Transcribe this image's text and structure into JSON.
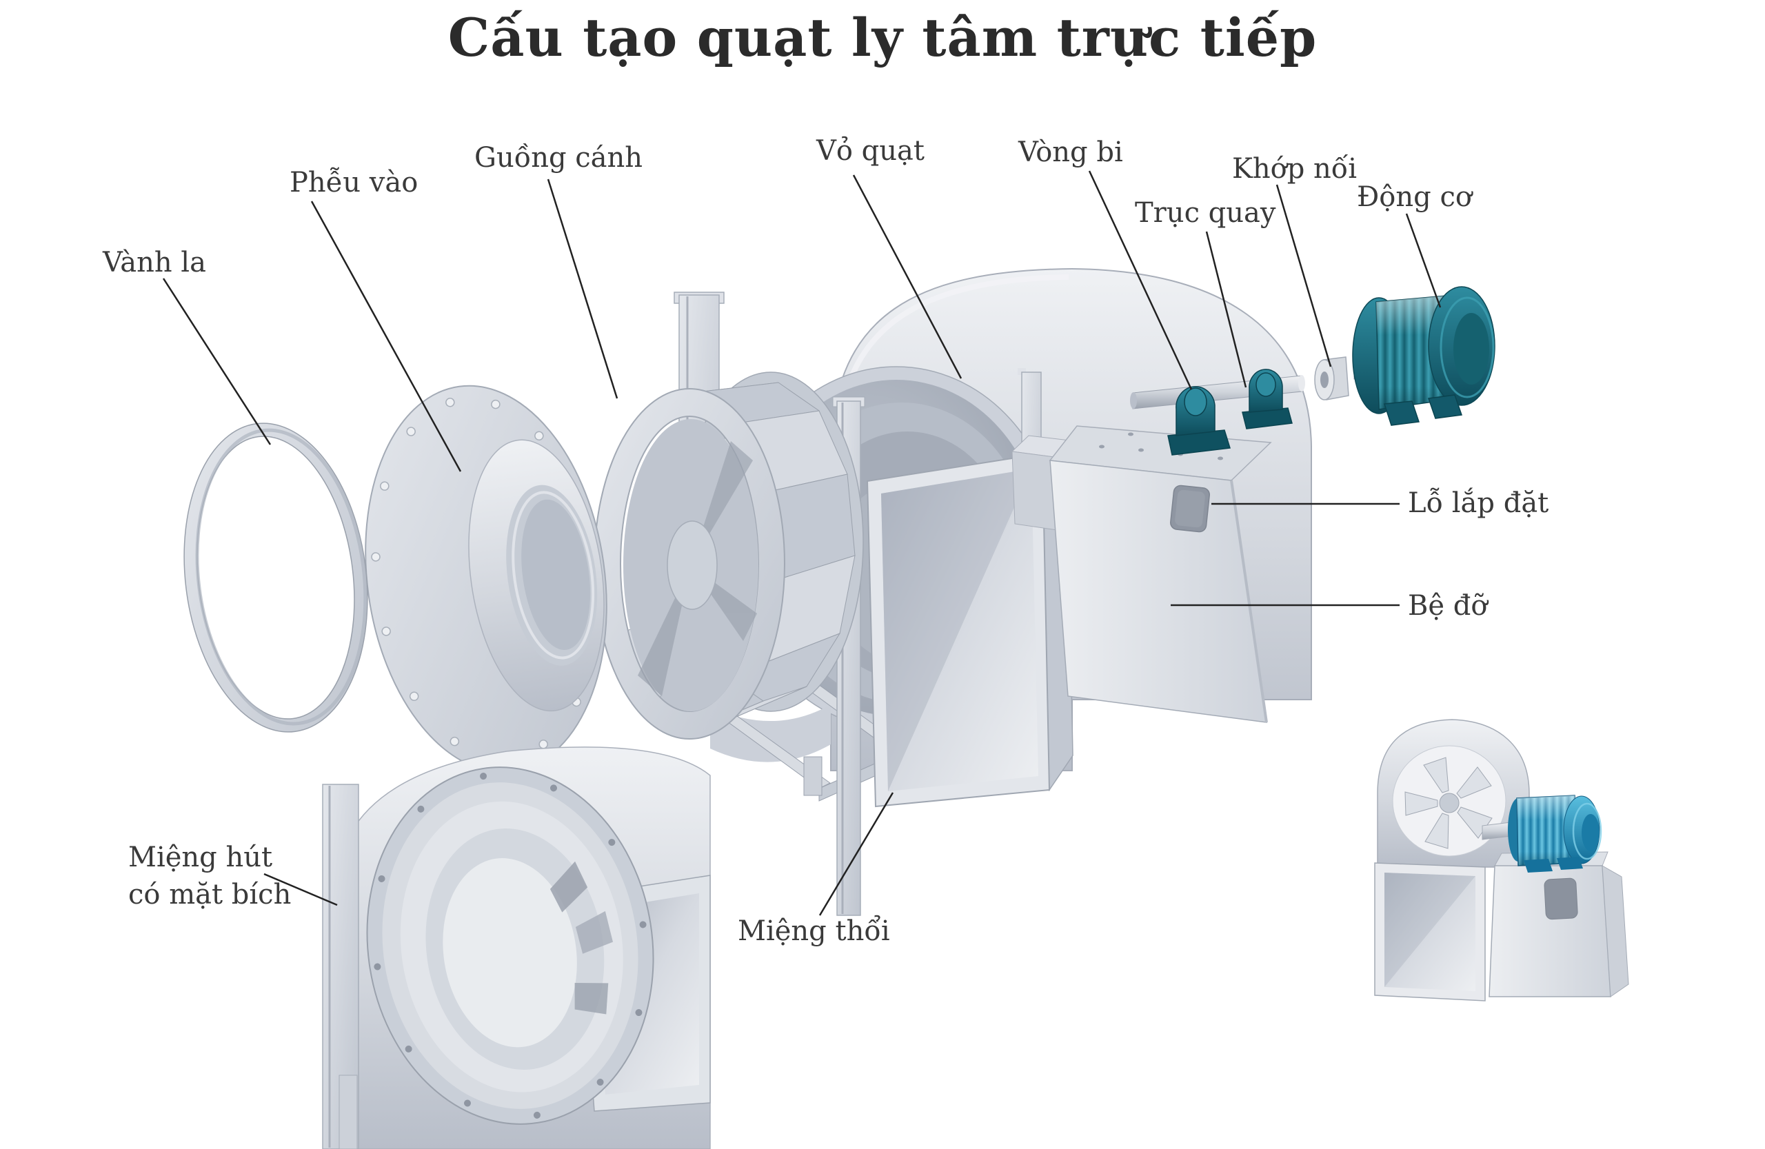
{
  "title": "Cấu tạo quạt ly tâm trực tiếp",
  "labels": {
    "vanh_la": "Vành la",
    "pheu_vao": "Phễu vào",
    "guong_canh": "Guồng cánh",
    "vo_quat": "Vỏ quạt",
    "vong_bi": "Vòng bi",
    "truc_quay": "Trục quay",
    "khop_noi": "Khớp nối",
    "dong_co": "Động cơ",
    "lo_lap_dat": "Lỗ lắp đặt",
    "be_do": "Bệ đỡ",
    "mieng_hut_line1": "Miệng hút",
    "mieng_hut_line2": "có mặt bích",
    "mieng_thoi": "Miệng thổi"
  },
  "colors": {
    "background": "#ffffff",
    "title_text": "#2b2b2b",
    "label_text": "#3a3a3a",
    "leader_line": "#222222",
    "metal_light": "#e8eaee",
    "metal_mid": "#c6ccd5",
    "metal_dark": "#9aa1ad",
    "bearing_teal": "#1d7384",
    "motor_teal_dark": "#0e4c5b",
    "inset_motor_blue": "#2f9fc6"
  }
}
